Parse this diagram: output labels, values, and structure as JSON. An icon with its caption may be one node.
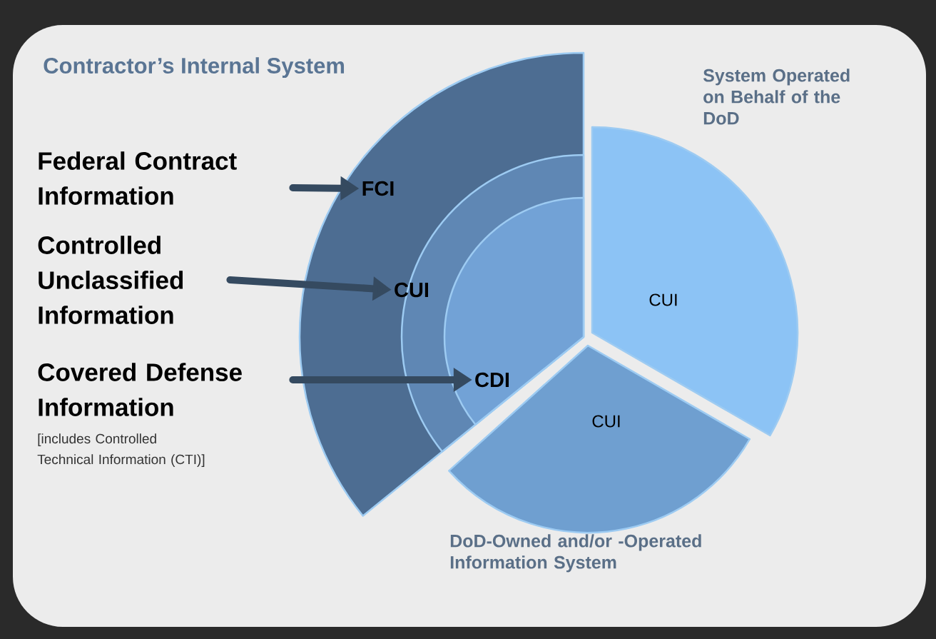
{
  "diagram": {
    "nodes": [
      {
        "text": [
          "Contractor’s Internal System"
        ]
      },
      {
        "text": [
          "FCI"
        ],
        "in": 0
      },
      {
        "text": [
          "CUI"
        ],
        "in": 1
      },
      {
        "text": [
          "CDI"
        ],
        "in": 2
      },
      {
        "text": [
          "System Operated on Behalf of the DoD",
          "CUI"
        ],
        "in": 0
      },
      {
        "text": [
          "CUI",
          "DoD-Owned and/or -Operated Information System"
        ],
        "in": 0
      },
      {
        "text": [
          "Federal Contract Information"
        ],
        "in": 0
      },
      {
        "text": [
          "Controlled Unclassified Information"
        ],
        "in": 0
      },
      {
        "text": [
          "Covered Defense Information"
        ],
        "beside": [
          "[includes Controlled Technical Information (CTI)]"
        ],
        "in": 0
      }
    ],
    "edges": [
      {
        "from": 6,
        "to": 1,
        "arrow": "to"
      },
      {
        "from": 7,
        "to": 2,
        "arrow": "to"
      },
      {
        "from": 8,
        "to": 3,
        "arrow": "to"
      }
    ]
  }
}
